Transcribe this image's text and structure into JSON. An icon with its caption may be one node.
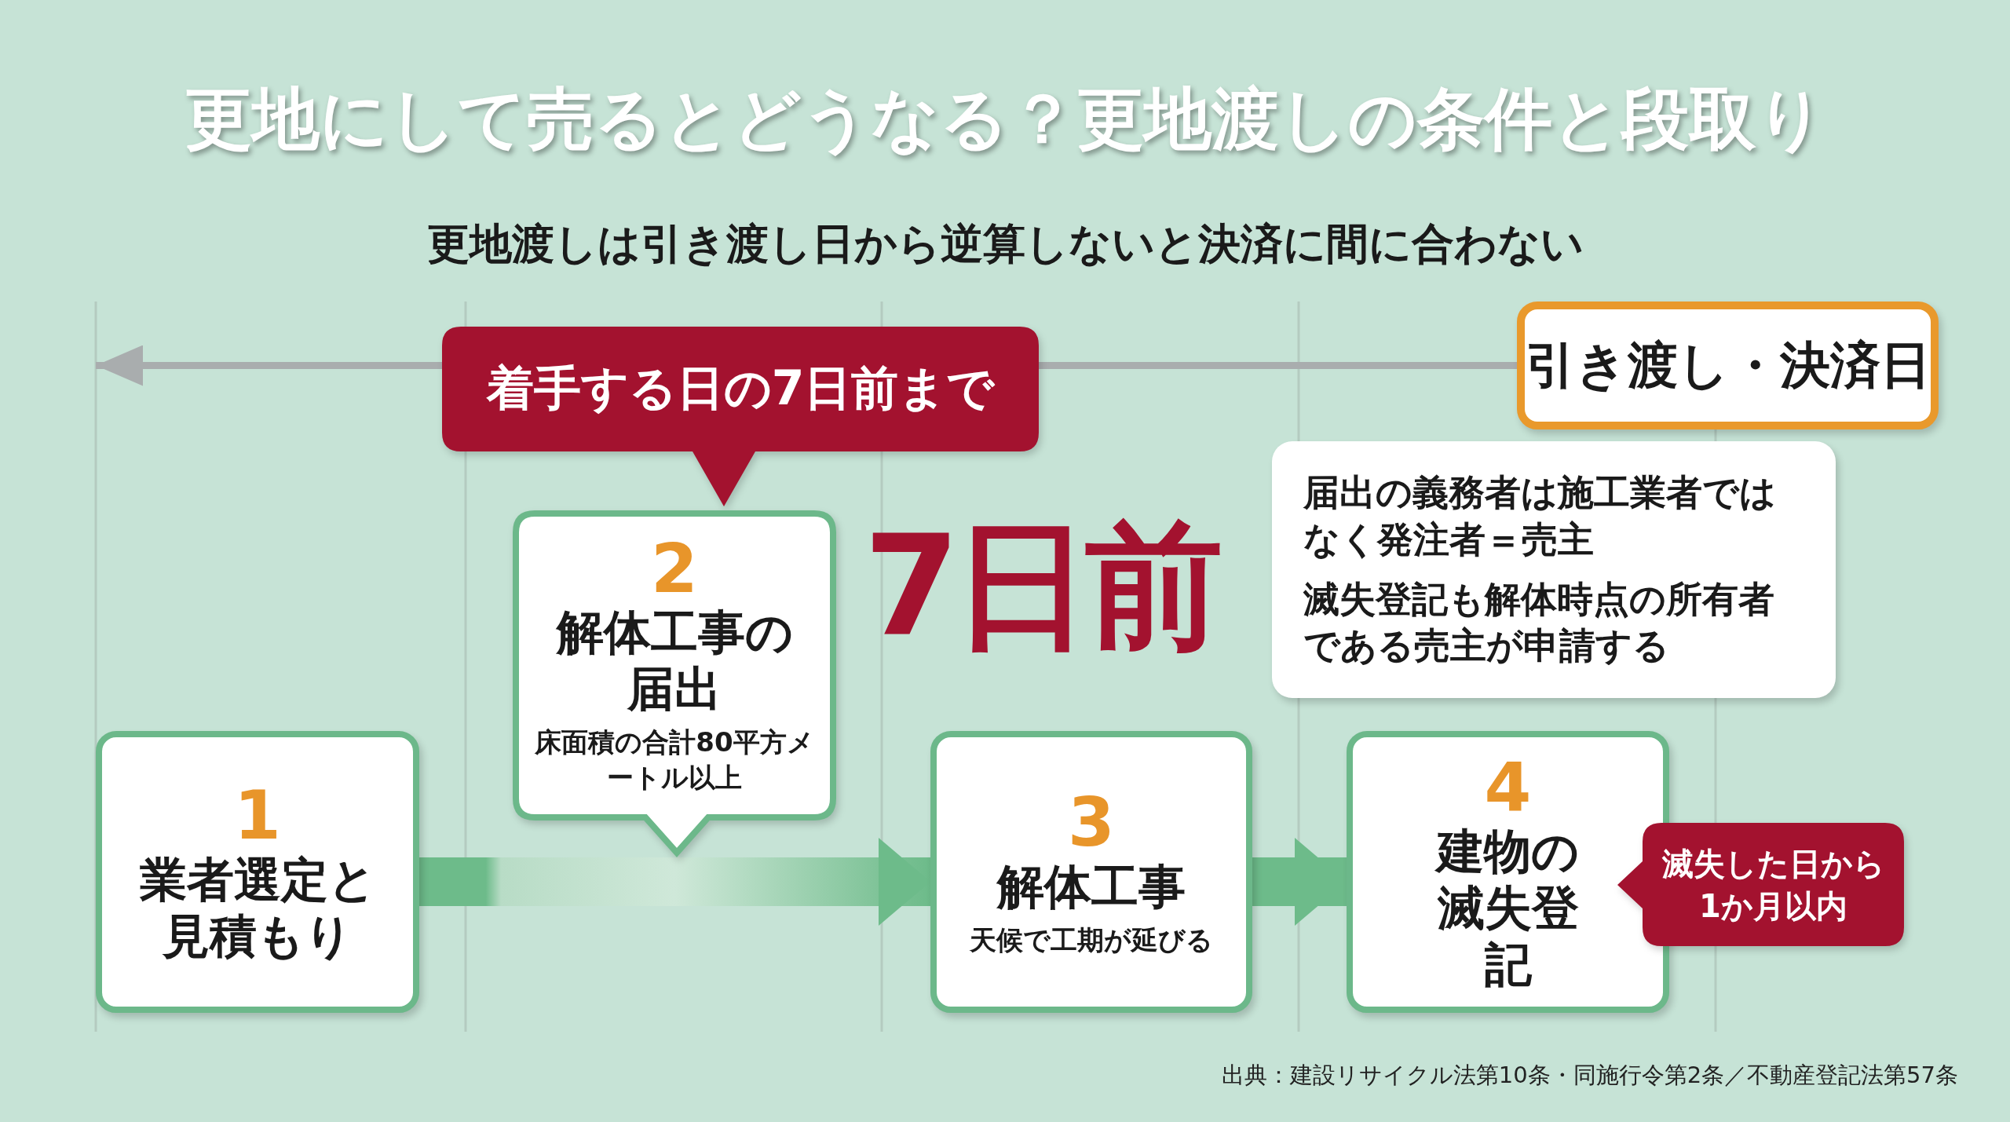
{
  "diagram": {
    "title": "更地にして売るとどうなる？更地渡しの条件と段取り",
    "nodes": [
      {
        "text": [
          "引き渡し・決済日"
        ]
      },
      {
        "text": [
          "着手する日の7日前まで"
        ]
      },
      {
        "text": [
          "2",
          "解体工事の届出",
          "床面積の合計80平方メートル以上"
        ]
      },
      {
        "text": [
          "1",
          "業者選定と見積もり"
        ]
      },
      {
        "text": [
          "3",
          "解体工事",
          "天候で工期が延びる"
        ]
      },
      {
        "text": [
          "4",
          "建物の滅失登記"
        ]
      },
      {
        "text": [
          "滅失した日から1か月以内"
        ]
      },
      {
        "text": [
          "届出の義務者は施工業者ではなく発注者＝売主",
          "滅失登記も解体時点の所有者である売主が申請する"
        ]
      }
    ],
    "edges": [
      {
        "from": 0,
        "to": null,
        "arrow": "to",
        "color": "#a9adae"
      },
      {
        "from": 3,
        "to": 4,
        "arrow": "to",
        "style": "thick"
      },
      {
        "from": 4,
        "to": 5,
        "arrow": "to",
        "style": "thick"
      }
    ],
    "labels": [
      "更地渡しは引き渡し日から逆算しないと決済に間に合わない",
      "7日前",
      "出典：建設リサイクル法第10条・同施行令第2条／不動産登記法第57条"
    ]
  }
}
